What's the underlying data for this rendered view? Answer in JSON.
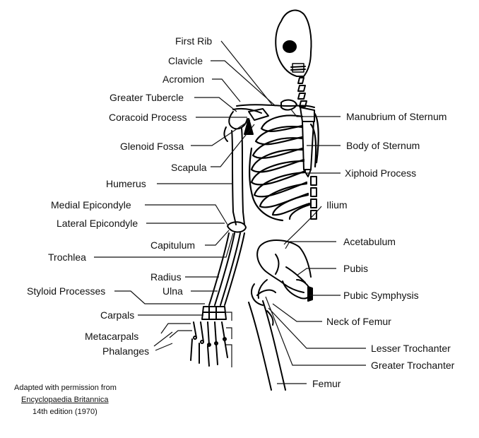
{
  "labels": {
    "first_rib": "First Rib",
    "clavicle": "Clavicle",
    "acromion": "Acromion",
    "greater_tubercle": "Greater Tubercle",
    "coracoid_process": "Coracoid Process",
    "glenoid_fossa": "Glenoid Fossa",
    "scapula": "Scapula",
    "humerus": "Humerus",
    "medial_epicondyle": "Medial Epicondyle",
    "lateral_epicondyle": "Lateral Epicondyle",
    "capitulum": "Capitulum",
    "trochlea": "Trochlea",
    "radius": "Radius",
    "styloid_processes": "Styloid Processes",
    "ulna": "Ulna",
    "carpals": "Carpals",
    "metacarpals": "Metacarpals",
    "phalanges": "Phalanges",
    "manubrium": "Manubrium of Sternum",
    "body_of_sternum": "Body of Sternum",
    "xiphoid_process": "Xiphoid Process",
    "ilium": "Ilium",
    "acetabulum": "Acetabulum",
    "pubis": "Pubis",
    "pubic_symphysis": "Pubic Symphysis",
    "neck_of_femur": "Neck of Femur",
    "lesser_trochanter": "Lesser Trochanter",
    "greater_trochanter": "Greater Trochanter",
    "femur": "Femur"
  },
  "credit": {
    "line1": "Adapted with permission from",
    "line2": "Encyclopaedia Britannica",
    "line3": "14th edition  (1970)"
  }
}
